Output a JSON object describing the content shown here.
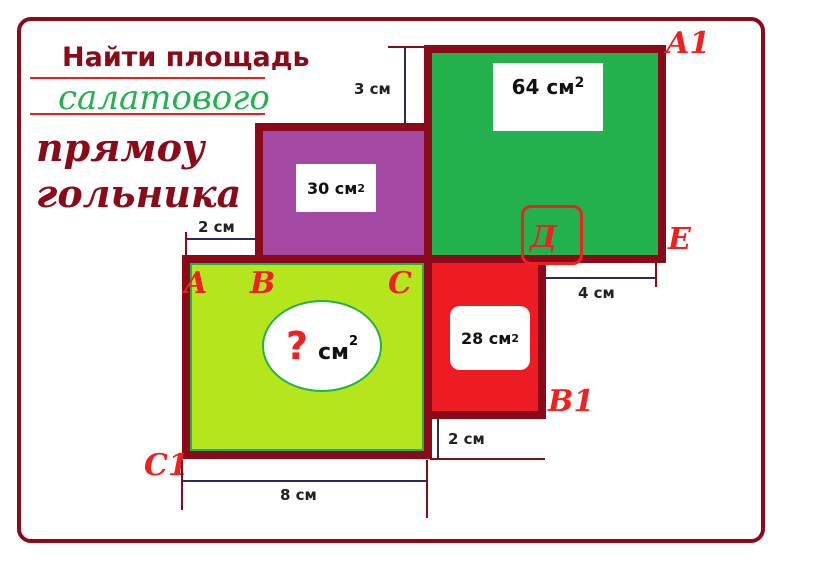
{
  "title": {
    "line1": "Найти  площадь",
    "line2": "салатового",
    "line3": "прямоу",
    "line4": "гольника"
  },
  "shapes": {
    "purple": {
      "area_label": "30 см",
      "sup": "2",
      "color": "#a349a4"
    },
    "green": {
      "area_label": "64 см",
      "sup": "2",
      "color": "#22b14c"
    },
    "red": {
      "area_label": "28 см",
      "sup": "2",
      "color": "#ed1c24"
    },
    "lime": {
      "question": "?",
      "area_label": "см",
      "sup": "2",
      "color": "#b5e61d"
    }
  },
  "points": {
    "A": "A",
    "B": "B",
    "C": "C",
    "D": "Д",
    "E": "E",
    "A1": "A1",
    "B1": "B1",
    "C1": "C1"
  },
  "dimensions": {
    "top_gap": "3 см",
    "ab": "2 см",
    "de": "4 см",
    "bottom_gap": "2 см",
    "width_lime": "8 см"
  },
  "colors": {
    "border": "#8b0a1a",
    "point_label": "#ee2020",
    "dimension_arrow": "#2b2b55"
  }
}
